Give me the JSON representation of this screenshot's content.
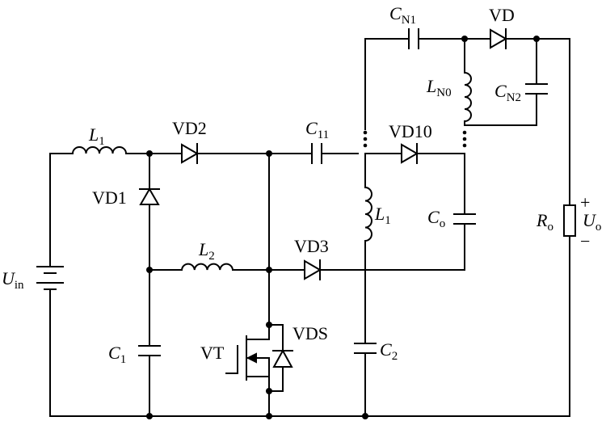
{
  "circuit": {
    "labels": {
      "L1_top": {
        "main": "L",
        "sub": "1"
      },
      "VD2": "VD2",
      "C11": {
        "main": "C",
        "sub": "11"
      },
      "VD10": "VD10",
      "CN1": {
        "main": "C",
        "sub": "N1"
      },
      "VD": "VD",
      "LN0": {
        "main": "L",
        "sub": "N0"
      },
      "CN2": {
        "main": "C",
        "sub": "N2"
      },
      "VD1": "VD1",
      "L1_mid": {
        "main": "L",
        "sub": "1"
      },
      "Co": {
        "main": "C",
        "sub": "o"
      },
      "Ro": {
        "main": "R",
        "sub": "o"
      },
      "Uo": {
        "main": "U",
        "sub": "o"
      },
      "plus": "+",
      "minus": "−",
      "Uin": {
        "main": "U",
        "sub": "in"
      },
      "L2": {
        "main": "L",
        "sub": "2"
      },
      "VD3": "VD3",
      "C1": {
        "main": "C",
        "sub": "1"
      },
      "VT": "VT",
      "VDS": "VDS",
      "C2": {
        "main": "C",
        "sub": "2"
      }
    }
  }
}
